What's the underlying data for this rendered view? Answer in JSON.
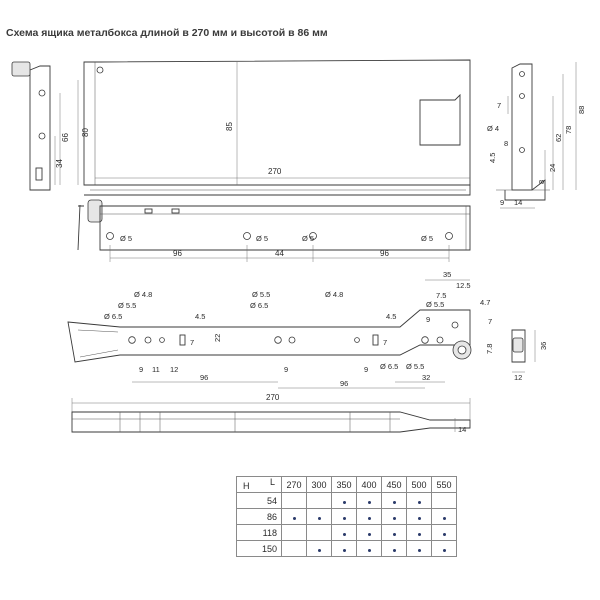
{
  "title": "Схема ящика металбокса длиной в 270 мм и высотой в 86 мм",
  "side_view": {
    "dims": {
      "length": "270",
      "height_inner": "85",
      "height_outer": "80",
      "h66": "66",
      "h34": "34"
    }
  },
  "bottom_view": {
    "hole_labels": [
      "Ø 5",
      "Ø 5",
      "Ø 5",
      "Ø 5"
    ],
    "dims": [
      "96",
      "44",
      "96"
    ]
  },
  "end_view": {
    "dims": {
      "d7": "7",
      "d4": "Ø 4",
      "d8": "8",
      "d45": "4.5",
      "d9": "9",
      "d14": "14",
      "d24": "24",
      "d8b": "8",
      "d62": "62",
      "d78": "78",
      "d88": "88"
    }
  },
  "runner_view": {
    "labels": {
      "d48a": "Ø 4.8",
      "d55a": "Ø 5.5",
      "d65a": "Ø 6.5",
      "d45a": "4.5",
      "d7a": "7",
      "d22": "22",
      "d9a": "9",
      "d11": "11",
      "d12": "12",
      "d96a": "96",
      "d55b": "Ø 5.5",
      "d65b": "Ø 6.5",
      "d9b": "9",
      "d48b": "Ø 4.8",
      "d45b": "4.5",
      "d7b": "7",
      "d96b": "96",
      "d9c": "9",
      "d35": "35",
      "d125": "12.5",
      "d75": "7.5",
      "d55c": "Ø 5.5",
      "d47": "4.7",
      "d9d": "9",
      "d7c": "7",
      "d65c": "Ø 6.5",
      "d55d": "Ø 5.5",
      "d32": "32",
      "d78": "7.8",
      "d36": "36",
      "d12b": "12"
    }
  },
  "rail_view": {
    "dims": {
      "length": "270",
      "d14": "14"
    }
  },
  "matrix": {
    "corner_h": "H",
    "corner_l": "L",
    "lengths": [
      "270",
      "300",
      "350",
      "400",
      "450",
      "500",
      "550"
    ],
    "heights": [
      "54",
      "86",
      "118",
      "150"
    ],
    "availability": [
      [
        false,
        false,
        true,
        true,
        true,
        true,
        false
      ],
      [
        true,
        true,
        true,
        true,
        true,
        true,
        true
      ],
      [
        false,
        false,
        true,
        true,
        true,
        true,
        true
      ],
      [
        false,
        true,
        true,
        true,
        true,
        true,
        true
      ]
    ]
  },
  "colors": {
    "line": "#3a3a3a",
    "dot": "#2a3a6a",
    "grid": "#8a8a8a"
  }
}
